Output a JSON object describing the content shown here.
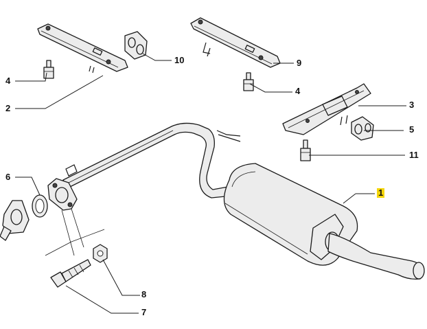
{
  "callouts": [
    {
      "id": "c1",
      "label": "1",
      "highlight": true
    },
    {
      "id": "c2",
      "label": "2"
    },
    {
      "id": "c3",
      "label": "3"
    },
    {
      "id": "c4a",
      "label": "4"
    },
    {
      "id": "c4b",
      "label": "4"
    },
    {
      "id": "c5",
      "label": "5"
    },
    {
      "id": "c6",
      "label": "6"
    },
    {
      "id": "c7",
      "label": "7"
    },
    {
      "id": "c8",
      "label": "8"
    },
    {
      "id": "c9",
      "label": "9"
    },
    {
      "id": "c10",
      "label": "10"
    },
    {
      "id": "c11",
      "label": "11"
    }
  ],
  "colors": {
    "highlight": "#f5d60a",
    "line": "#1a1a1a",
    "part_fill": "#ececec"
  }
}
